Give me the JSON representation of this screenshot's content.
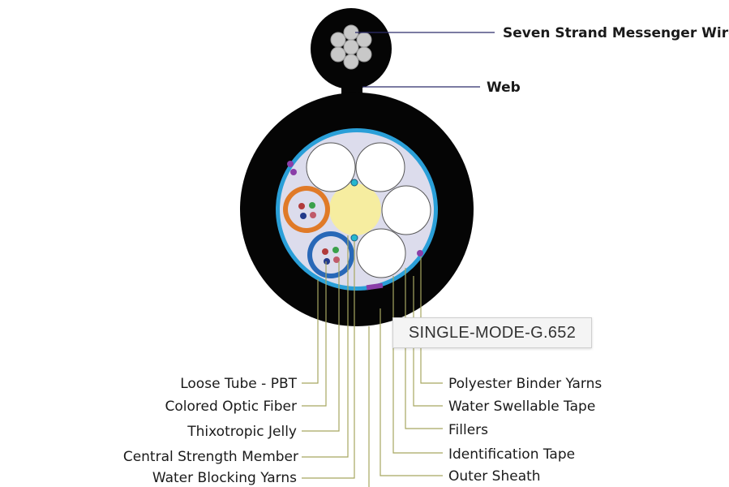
{
  "top_labels": {
    "messenger": "Seven Strand Messenger Wire",
    "web": "Web"
  },
  "badge": "SINGLE-MODE-G.652",
  "left_labels": {
    "loose_tube": "Loose Tube - PBT",
    "colored_fiber": "Colored Optic Fiber",
    "jelly": "Thixotropic Jelly",
    "central_member": "Central Strength Member",
    "water_yarns": "Water Blocking Yarns"
  },
  "right_labels": {
    "binder_yarns": "Polyester Binder Yarns",
    "swellable_tape": "Water Swellable Tape",
    "fillers": "Fillers",
    "id_tape": "Identification Tape",
    "outer_sheath": "Outer Sheath"
  },
  "colors": {
    "sheath": "#050505",
    "tape_ring": "#2a9fd8",
    "core_fill": "#dcdcec",
    "central_member": "#f6eda0",
    "tube_orange": "#e07a28",
    "tube_blue": "#2868b8",
    "binder_purple": "#8a3ea8",
    "leader_olive": "#a6a661",
    "leader_navy": "#2c2c6a"
  }
}
